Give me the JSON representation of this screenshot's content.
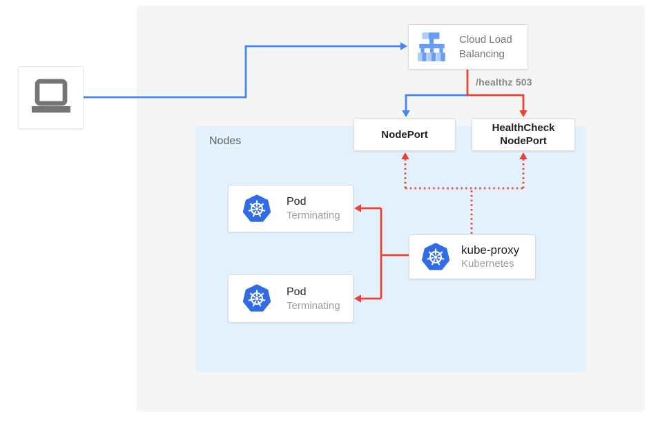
{
  "colors": {
    "blue": "#4285F4",
    "red": "#EA4335",
    "canvas_bg": "#F5F5F5",
    "nodes_bg": "#E3F1FC",
    "k8s_blue": "#326CE5",
    "icon_gray": "#757575",
    "lb_light": "#AECBFA",
    "lb_mid": "#669DF6"
  },
  "diagram": {
    "client": {
      "icon": "laptop-icon"
    },
    "cloud_load_balancing": {
      "label": "Cloud Load Balancing",
      "icon": "cloud-load-balancing-icon"
    },
    "node_port": {
      "label": "NodePort"
    },
    "health_check_node_port": {
      "label": "HealthCheck NodePort"
    },
    "nodes_group": {
      "label": "Nodes"
    },
    "pod_1": {
      "title": "Pod",
      "subtitle": "Terminating",
      "icon": "kubernetes-icon"
    },
    "pod_2": {
      "title": "Pod",
      "subtitle": "Terminating",
      "icon": "kubernetes-icon"
    },
    "kube_proxy": {
      "title": "kube-proxy",
      "subtitle": "Kubernetes",
      "icon": "kubernetes-icon"
    },
    "edges": {
      "healthz_label": "/healthz 503"
    }
  }
}
